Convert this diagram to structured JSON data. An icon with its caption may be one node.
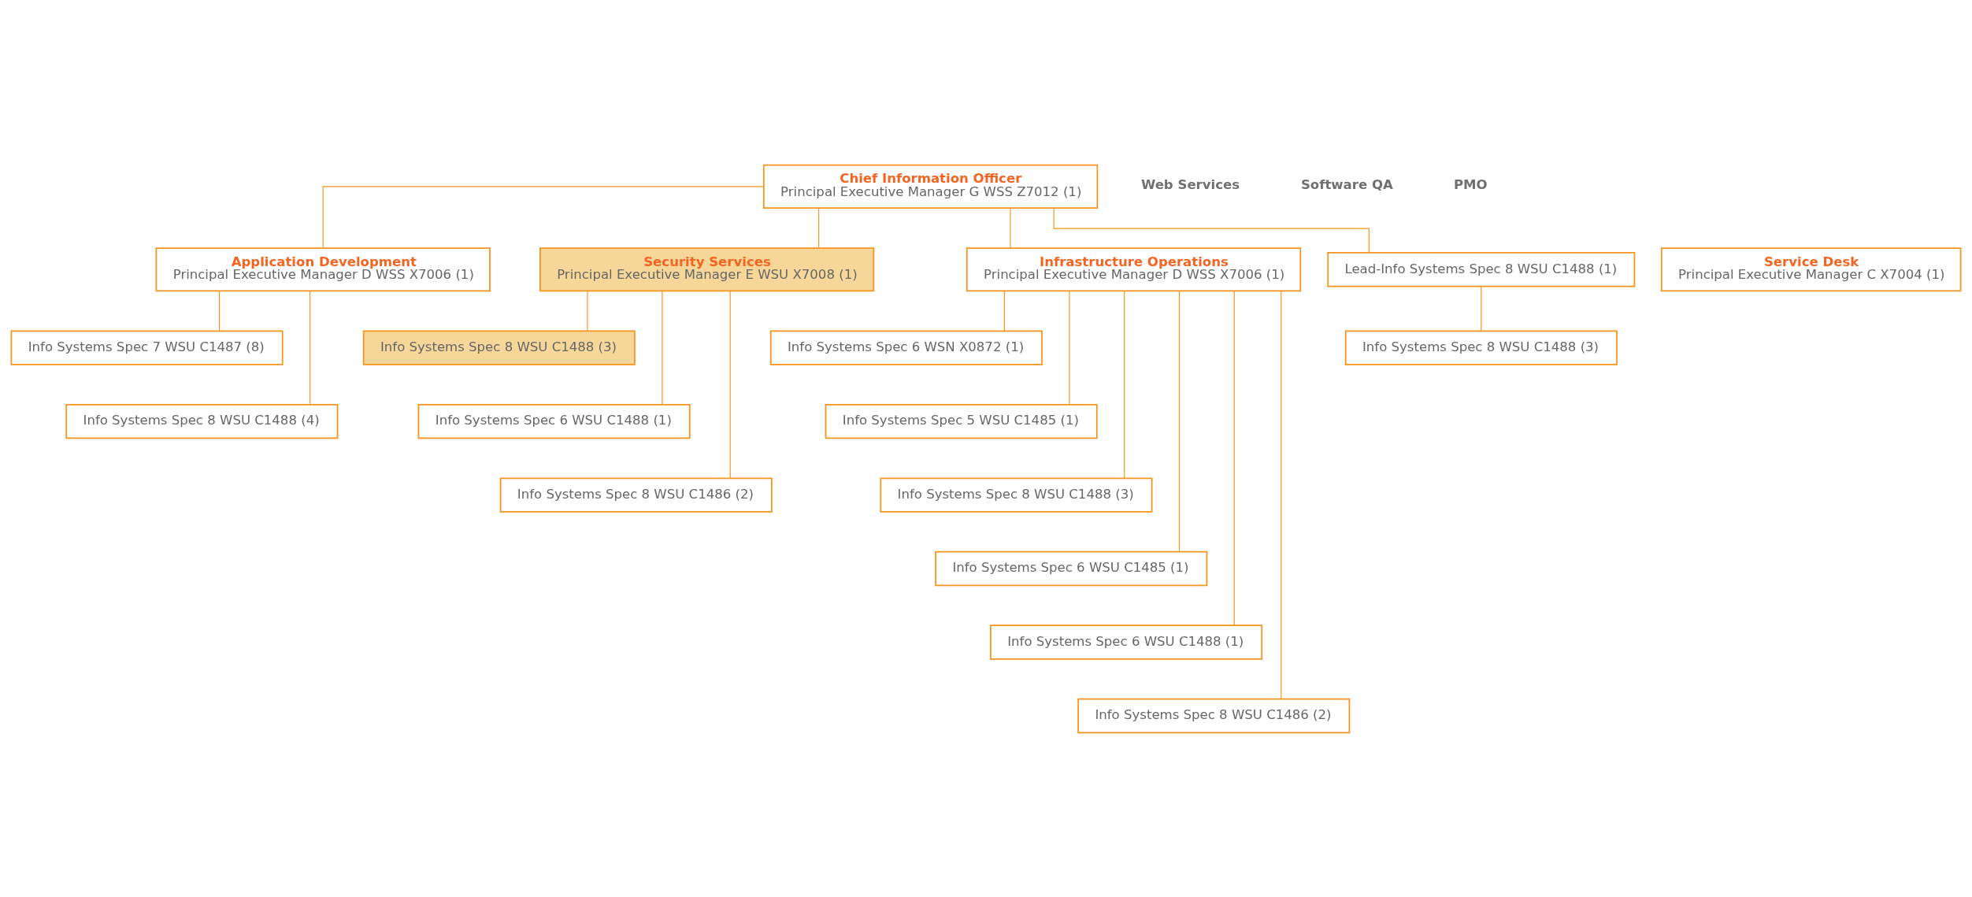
{
  "diagram": {
    "nodes": [
      {
        "text": [
          "Chief Information Officer",
          "Principal Executive Manager G WSS Z7012 (1)"
        ]
      },
      {
        "text": [
          "Application Development",
          "Principal Executive Manager D WSS X7006 (1)"
        ]
      },
      {
        "text": [
          "Security Services",
          "Principal Executive Manager E WSU X7008 (1)"
        ]
      },
      {
        "text": [
          "Service Desk",
          "Principal Executive Manager C X7004 (1)"
        ]
      },
      {
        "text": [
          "Infrastructure Operations",
          "Principal Executive Manager D WSS X7006 (1)"
        ]
      },
      {
        "text": [
          "Info Systems Spec 7 WSU C1487 (8)"
        ]
      },
      {
        "text": [
          "Info Systems Spec 8 WSU C1488 (4)"
        ]
      },
      {
        "text": [
          "Info Systems Spec 8 WSU C1488 (3)"
        ]
      },
      {
        "text": [
          "Info Systems Spec 6 WSU C1488 (1)"
        ]
      },
      {
        "text": [
          "Info Systems Spec 8 WSU C1486 (2)"
        ]
      },
      {
        "text": [
          "Lead-Info Systems Spec 8 WSU C1488 (1)"
        ]
      },
      {
        "text": [
          "Info Systems Spec 8 WSU C1488 (3)"
        ]
      },
      {
        "text": [
          "Info Systems Spec 6 WSN X0872 (1)"
        ]
      },
      {
        "text": [
          "Info Systems Spec 5 WSU C1485 (1)"
        ]
      },
      {
        "text": [
          "Info Systems Spec 8 WSU C1488 (3)"
        ]
      },
      {
        "text": [
          "Info Systems Spec 6 WSU C1485 (1)"
        ]
      },
      {
        "text": [
          "Info Systems Spec 6 WSU C1488 (1)"
        ]
      },
      {
        "text": [
          "Info Systems Spec 8 WSU C1486 (2)"
        ]
      }
    ],
    "edges": [
      {
        "from": 0,
        "to": 1,
        "arrow": "none"
      },
      {
        "from": 0,
        "to": 2,
        "arrow": "none"
      },
      {
        "from": 0,
        "to": 10,
        "arrow": "none"
      },
      {
        "from": 0,
        "to": 4,
        "arrow": "none"
      },
      {
        "from": 1,
        "to": 5,
        "arrow": "none"
      },
      {
        "from": 1,
        "to": 6,
        "arrow": "none"
      },
      {
        "from": 2,
        "to": 7,
        "arrow": "none"
      },
      {
        "from": 2,
        "to": 8,
        "arrow": "none"
      },
      {
        "from": 2,
        "to": 9,
        "arrow": "none"
      },
      {
        "from": 10,
        "to": 11,
        "arrow": "none"
      },
      {
        "from": 4,
        "to": 12,
        "arrow": "none"
      },
      {
        "from": 4,
        "to": 13,
        "arrow": "none"
      },
      {
        "from": 4,
        "to": 14,
        "arrow": "none"
      },
      {
        "from": 4,
        "to": 15,
        "arrow": "none"
      },
      {
        "from": 4,
        "to": 16,
        "arrow": "none"
      },
      {
        "from": 4,
        "to": 17,
        "arrow": "none"
      }
    ],
    "labels": [
      "Web Services",
      "Software QA",
      "PMO"
    ]
  }
}
